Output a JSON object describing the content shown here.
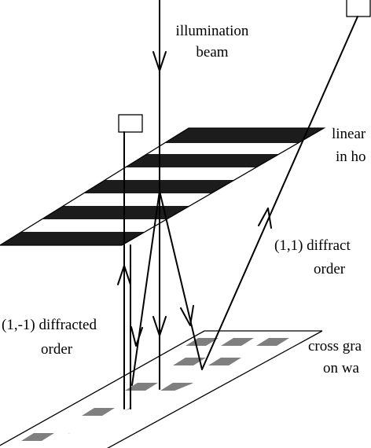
{
  "labels": {
    "illumination_line1": "illumination",
    "illumination_line2": "beam",
    "linear_grating_line1": "linear",
    "linear_grating_line2": "in ho",
    "order_plus_line1": "(1,1) diffract",
    "order_plus_line2": "order",
    "order_minus_line1": "(1,-1) diffracted",
    "order_minus_line2": "order",
    "cross_grating_line1": "cross gra",
    "cross_grating_line2": "on wa"
  },
  "colors": {
    "background": "#ffffff",
    "ink": "#000000",
    "grating_bar": "#1c1c1c",
    "cross_grating_bar": "#7f7f7f"
  }
}
